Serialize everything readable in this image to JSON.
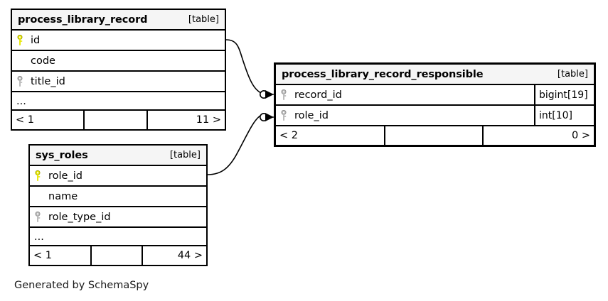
{
  "diagram": {
    "kind": "entity-relationship-diagram",
    "generator_credit": "Generated by SchemaSpy",
    "table_tag": "[table]",
    "icons": {
      "primary_key": "key-icon",
      "foreign_key": "key-icon",
      "primary_key_color": "#e8e800",
      "foreign_key_color": "#b0b0b0"
    },
    "colors": {
      "border": "#000000",
      "header_background": "#f5f5f5",
      "body_background": "#ffffff",
      "text": "#000000"
    }
  },
  "tables": [
    {
      "id": "process_library_record",
      "name": "process_library_record",
      "tag": "[table]",
      "columns": [
        {
          "name": "id",
          "key": "primary",
          "type": ""
        },
        {
          "name": "code",
          "key": "none",
          "type": ""
        },
        {
          "name": "title_id",
          "key": "foreign",
          "type": ""
        }
      ],
      "more_indicator": "...",
      "footer": {
        "left": "< 1",
        "middle": "",
        "right": "11 >"
      }
    },
    {
      "id": "process_library_record_responsible",
      "name": "process_library_record_responsible",
      "tag": "[table]",
      "columns": [
        {
          "name": "record_id",
          "key": "foreign",
          "type": "bigint[19]"
        },
        {
          "name": "role_id",
          "key": "foreign",
          "type": "int[10]"
        }
      ],
      "more_indicator": "",
      "footer": {
        "left": "< 2",
        "middle": "",
        "right": "0 >"
      }
    },
    {
      "id": "sys_roles",
      "name": "sys_roles",
      "tag": "[table]",
      "columns": [
        {
          "name": "role_id",
          "key": "primary",
          "type": ""
        },
        {
          "name": "name",
          "key": "none",
          "type": ""
        },
        {
          "name": "role_type_id",
          "key": "foreign",
          "type": ""
        }
      ],
      "more_indicator": "...",
      "footer": {
        "left": "< 1",
        "middle": "",
        "right": "44 >"
      }
    }
  ],
  "relationships": [
    {
      "id": "rel-record",
      "from_table": "process_library_record",
      "from_column": "id",
      "to_table": "process_library_record_responsible",
      "to_column": "record_id",
      "from_cardinality": "one",
      "to_cardinality": "zero-or-many"
    },
    {
      "id": "rel-role",
      "from_table": "sys_roles",
      "from_column": "role_id",
      "to_table": "process_library_record_responsible",
      "to_column": "role_id",
      "from_cardinality": "one",
      "to_cardinality": "zero-or-many"
    }
  ]
}
